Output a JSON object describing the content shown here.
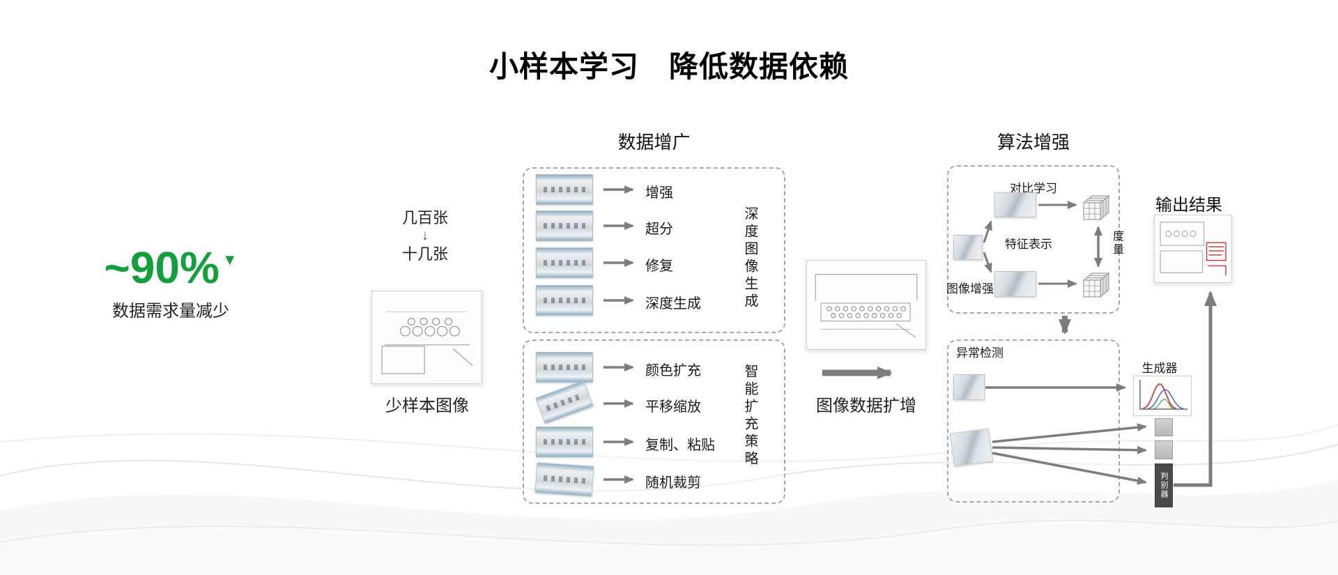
{
  "title": "小样本学习　降低数据依赖",
  "stat": {
    "value": "~90%",
    "marker": "▼",
    "caption": "数据需求量减少",
    "color": "#12A03C"
  },
  "sample": {
    "count_from": "几百张",
    "down_arrow": "↓",
    "count_to": "十几张",
    "caption": "少样本图像"
  },
  "augmentation": {
    "heading": "数据增广",
    "depth_box": {
      "rows": [
        {
          "label": "增强"
        },
        {
          "label": "超分"
        },
        {
          "label": "修复"
        },
        {
          "label": "深度生成"
        }
      ],
      "side_label": "深度图像生成"
    },
    "smart_box": {
      "rows": [
        {
          "label": "颜色扩充"
        },
        {
          "label": "平移缩放"
        },
        {
          "label": "复制、粘贴"
        },
        {
          "label": "随机裁剪"
        }
      ],
      "side_label": "智能扩充策略"
    }
  },
  "expanded": {
    "caption": "图像数据扩增"
  },
  "algorithm": {
    "heading": "算法增强",
    "contrast_box": {
      "top_label": "对比学习",
      "feature_label": "特征表示",
      "image_aug_label": "图像增强",
      "metric_label": "度量"
    },
    "anomaly_box": {
      "label": "异常检测",
      "generator_label": "生成器",
      "discriminator_label": "判别器"
    }
  },
  "output": {
    "heading": "输出结果"
  },
  "colors": {
    "accent_green": "#12A03C",
    "arrow_gray": "#7d7d7d"
  }
}
